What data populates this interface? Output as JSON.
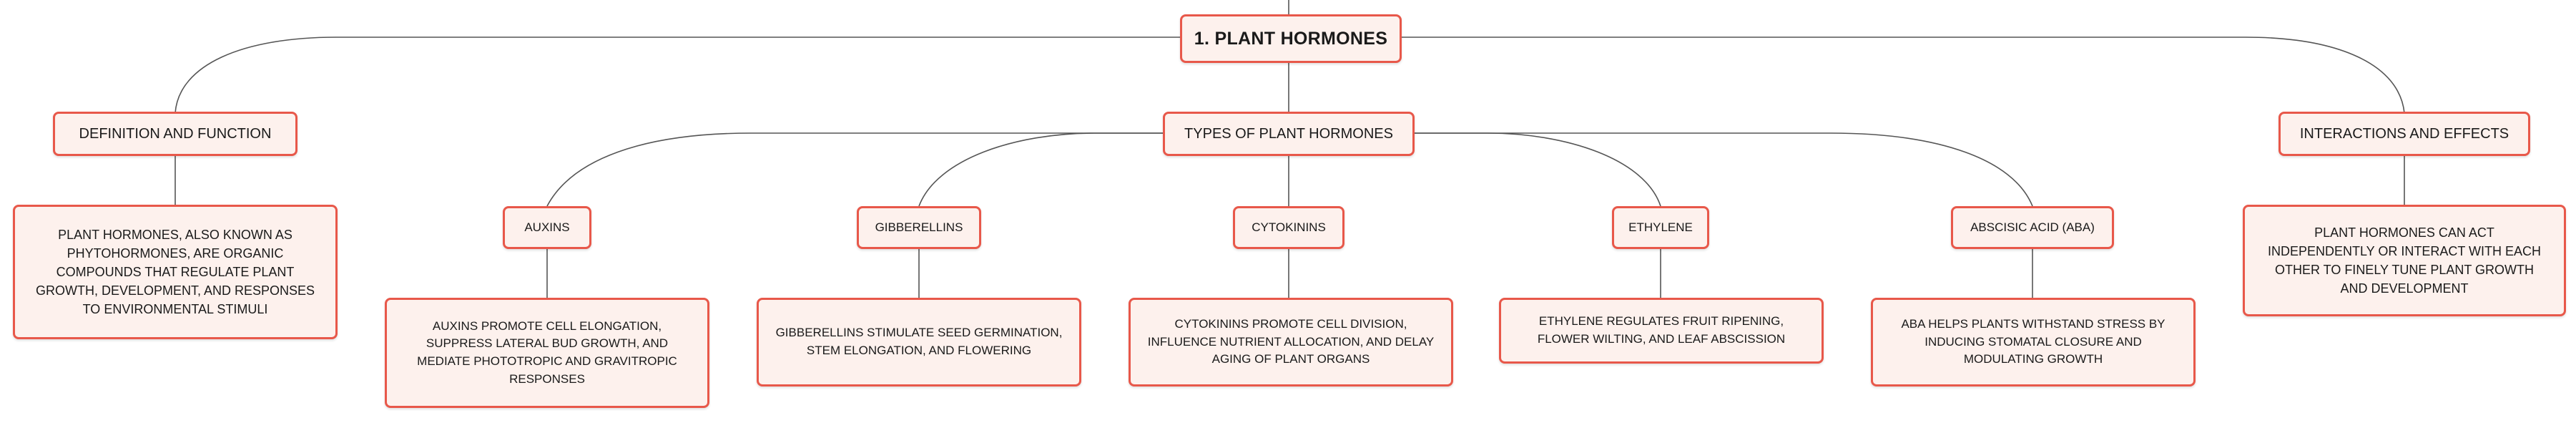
{
  "mindmap": {
    "root": {
      "label": "1. PLANT HORMONES"
    },
    "definition": {
      "label": "DEFINITION AND FUNCTION",
      "description": "PLANT HORMONES, ALSO KNOWN AS PHYTOHORMONES, ARE ORGANIC COMPOUNDS THAT REGULATE PLANT GROWTH, DEVELOPMENT, AND RESPONSES TO ENVIRONMENTAL STIMULI"
    },
    "types": {
      "label": "TYPES OF PLANT HORMONES",
      "items": [
        {
          "label": "AUXINS",
          "description": "AUXINS PROMOTE CELL ELONGATION, SUPPRESS LATERAL BUD GROWTH, AND MEDIATE PHOTOTROPIC AND GRAVITROPIC RESPONSES"
        },
        {
          "label": "GIBBERELLINS",
          "description": "GIBBERELLINS STIMULATE SEED GERMINATION, STEM ELONGATION, AND FLOWERING"
        },
        {
          "label": "CYTOKININS",
          "description": "CYTOKININS PROMOTE CELL DIVISION, INFLUENCE NUTRIENT ALLOCATION, AND DELAY AGING OF PLANT ORGANS"
        },
        {
          "label": "ETHYLENE",
          "description": "ETHYLENE REGULATES FRUIT RIPENING, FLOWER WILTING, AND LEAF ABSCISSION"
        },
        {
          "label": "ABSCISIC ACID (ABA)",
          "description": "ABA HELPS PLANTS WITHSTAND STRESS BY INDUCING STOMATAL CLOSURE AND MODULATING GROWTH"
        }
      ]
    },
    "interactions": {
      "label": "INTERACTIONS AND EFFECTS",
      "description": "PLANT HORMONES CAN ACT INDEPENDENTLY OR INTERACT WITH EACH OTHER TO FINELY TUNE PLANT GROWTH AND DEVELOPMENT"
    }
  },
  "colors": {
    "node_fill": "#fdf1ed",
    "node_border": "#e8584a",
    "connector": "#555555"
  }
}
